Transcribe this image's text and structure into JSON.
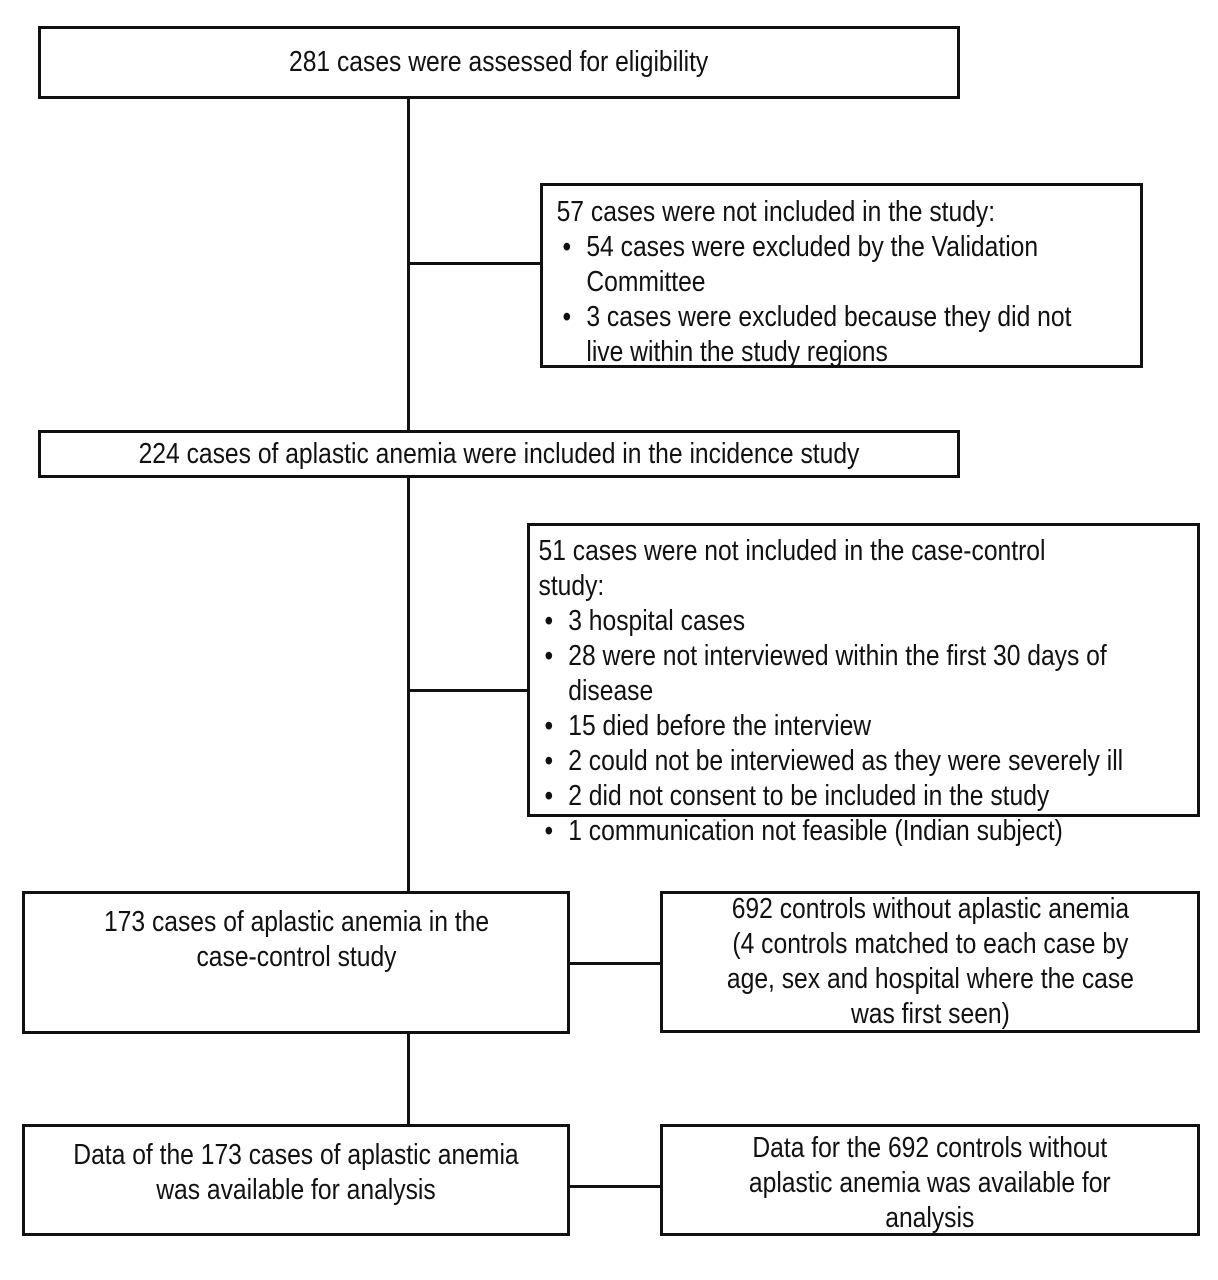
{
  "diagram": {
    "type": "study-flowchart",
    "bullet_glyph": "•",
    "colors": {
      "line": "#111111",
      "background": "#ffffff",
      "text": "#111111"
    },
    "boxes": {
      "eligibility": {
        "text": "281 cases were assessed for eligibility"
      },
      "excluded_57": {
        "header": "57 cases were not included in the study:",
        "bullets": [
          "54 cases were excluded by the Validation\nCommittee",
          "3 cases were excluded because they did not\nlive within the study regions"
        ]
      },
      "incidence_224": {
        "text": "224 cases of aplastic anemia were included in the incidence study"
      },
      "excluded_51": {
        "header": "51 cases were not included in the case-control\nstudy:",
        "bullets": [
          "3 hospital cases",
          "28 were not interviewed within the first 30 days of\ndisease",
          "15 died before the interview",
          "2 could not be interviewed as they were severely ill",
          "2 did not consent to be included in the study",
          "1 communication not feasible (Indian subject)"
        ]
      },
      "case_control_173": {
        "text": "173 cases of aplastic anemia in the\ncase-control study"
      },
      "controls_692": {
        "text": "692 controls without aplastic anemia\n(4 controls matched to each case by\nage, sex and hospital where the case\nwas first seen)"
      },
      "data_cases": {
        "text": "Data of the 173 cases of aplastic anemia\nwas available for analysis"
      },
      "data_controls": {
        "text": "Data for the 692 controls without\naplastic anemia was available for\nanalysis"
      }
    }
  }
}
